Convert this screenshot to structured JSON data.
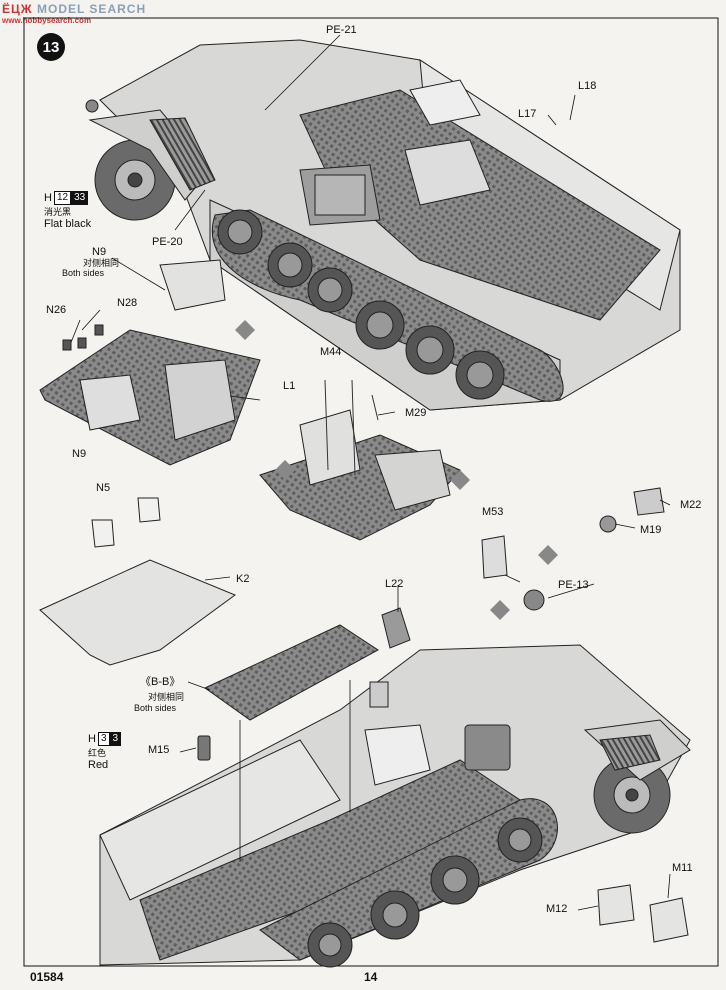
{
  "watermark": {
    "text1": "ЁЦЖ",
    "text2": "MODEL SEARCH",
    "url": "www.hobbysearch.com"
  },
  "step": {
    "number": "13"
  },
  "paint_flat_black": {
    "h": "H",
    "code1": "12",
    "code2": "33",
    "cn": "消光黑",
    "en": "Flat black"
  },
  "paint_red": {
    "h": "H",
    "code1": "3",
    "code2": "3",
    "cn": "红色",
    "en": "Red"
  },
  "parts": {
    "pe21": "PE-21",
    "l18": "L18",
    "l17": "L17",
    "pe20": "PE-20",
    "n9_top": "N9",
    "n9_note_cn": "对侧相同",
    "n9_note_en": "Both sides",
    "n26": "N26",
    "n28": "N28",
    "n9_bottom": "N9",
    "m44": "M44",
    "l1": "L1",
    "m29": "M29",
    "n5": "N5",
    "k2": "K2",
    "m53": "M53",
    "pe13": "PE-13",
    "m22": "M22",
    "m19": "M19",
    "l22": "L22",
    "bb": "《B-B》",
    "bb_note_cn": "对侧相同",
    "bb_note_en": "Both sides",
    "m15": "M15",
    "m11": "M11",
    "m12": "M12"
  },
  "footer": {
    "code": "01584",
    "page": "14"
  }
}
